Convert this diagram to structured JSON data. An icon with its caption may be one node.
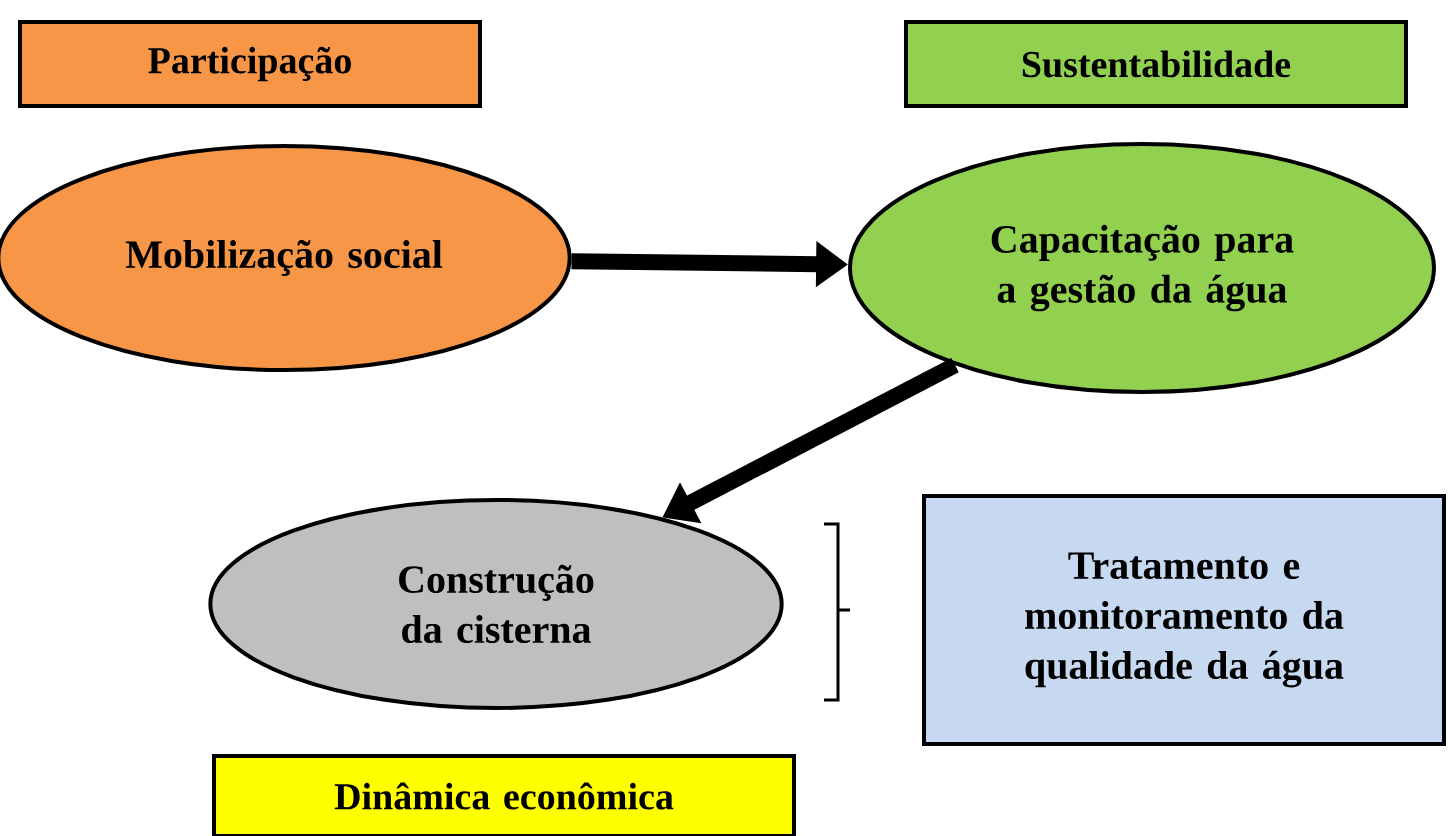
{
  "diagram": {
    "nodes": [
      {
        "text": [
          "Participação"
        ]
      },
      {
        "text": [
          "Sustentabilidade"
        ]
      },
      {
        "text": [
          "Mobilização social"
        ]
      },
      {
        "text": [
          "Capacitação para a gestão da água"
        ]
      },
      {
        "text": [
          "Construção da cisterna"
        ]
      },
      {
        "text": [
          "Tratamento e monitoramento da qualidade da água"
        ]
      },
      {
        "text": [
          "Dinâmica econômica"
        ]
      }
    ],
    "edges": [
      {
        "from": 2,
        "to": 3,
        "arrow": "to"
      },
      {
        "from": 3,
        "to": 4,
        "arrow": "to"
      }
    ]
  }
}
